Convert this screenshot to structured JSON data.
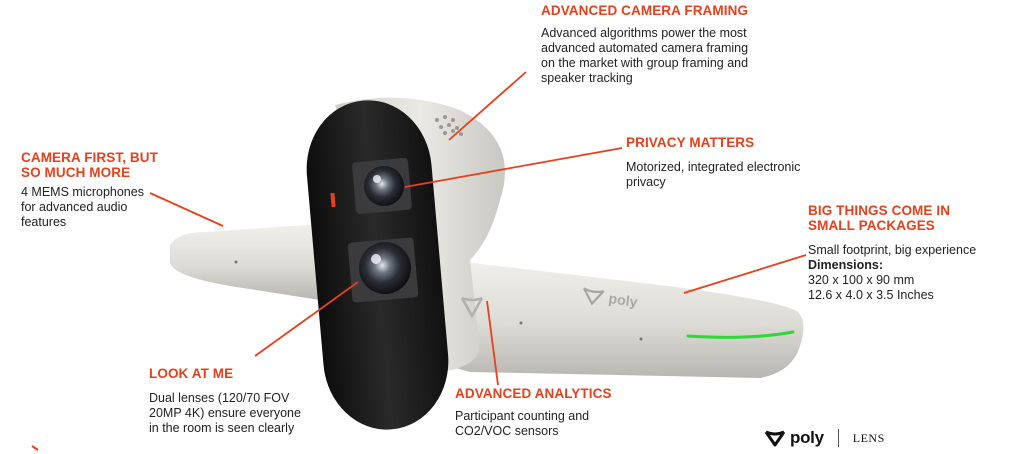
{
  "callouts": {
    "framing": {
      "title": "ADVANCED CAMERA FRAMING",
      "lines": [
        "Advanced algorithms power the most",
        "advanced automated camera framing",
        "on the market with group framing and",
        "speaker tracking"
      ]
    },
    "privacy": {
      "title": "PRIVACY MATTERS",
      "lines": [
        "Motorized, integrated electronic",
        "privacy"
      ]
    },
    "camera_first": {
      "title_lines": [
        "CAMERA FIRST, BUT",
        "SO MUCH MORE"
      ],
      "lines": [
        "4 MEMS microphones",
        "for advanced audio",
        "features"
      ]
    },
    "big_things": {
      "title_lines": [
        "BIG THINGS COME IN",
        "SMALL PACKAGES"
      ],
      "line1": "Small footprint, big experience",
      "dimensions_label": "Dimensions:",
      "dim_mm": "320 x 100 x 90 mm",
      "dim_in": "12.6 x 4.0 x 3.5 Inches"
    },
    "look_at_me": {
      "title": "LOOK AT ME",
      "lines": [
        "Dual lenses (120/70 FOV",
        "20MP 4K) ensure everyone",
        "in the room is seen clearly"
      ]
    },
    "analytics": {
      "title": "ADVANCED ANALYTICS",
      "lines": [
        "Participant counting and",
        "CO2/VOC sensors"
      ]
    },
    "brand": {
      "wordmark": "poly",
      "product": "LENS",
      "device_logo": "poly"
    }
  },
  "colors": {
    "accent": "#e8401c",
    "device_body": "#e3e1dc",
    "device_face": "#1b1b1b",
    "status_light": "#2fd83a"
  },
  "icons": [
    "poly-propeller-logo-icon"
  ]
}
